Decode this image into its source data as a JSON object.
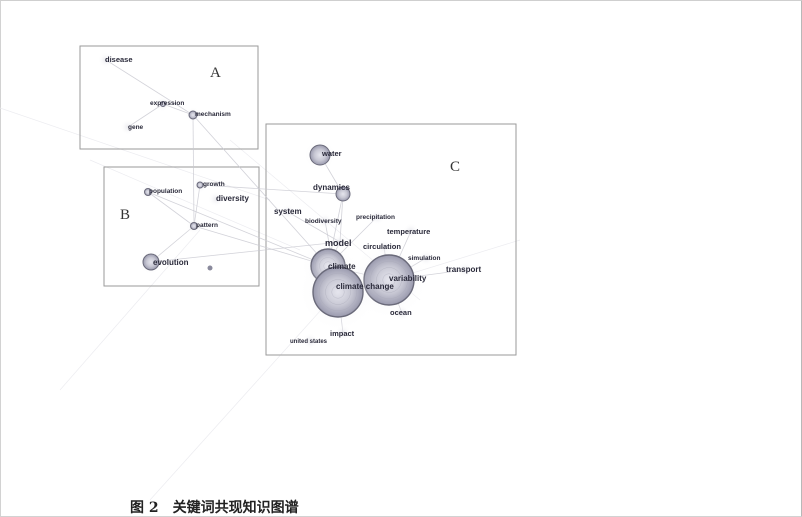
{
  "caption": {
    "number": "图 2",
    "title": "关键词共现知识图谱"
  },
  "clusters": [
    {
      "id": "A",
      "label": "A",
      "nodes": [
        "disease",
        "mechanism",
        "gene",
        "expression"
      ]
    },
    {
      "id": "B",
      "label": "B",
      "nodes": [
        "population",
        "growth",
        "diversity",
        "pattern",
        "evolution"
      ]
    },
    {
      "id": "C",
      "label": "C",
      "nodes": [
        "water",
        "dynamics",
        "system",
        "biodiversity",
        "precipitation",
        "temperature",
        "model",
        "circulation",
        "simulation",
        "transport",
        "climate",
        "variability",
        "climate change",
        "ocean",
        "impact",
        "united states"
      ]
    }
  ],
  "nodes": [
    {
      "id": "disease",
      "label": "disease"
    },
    {
      "id": "expression",
      "label": "expression"
    },
    {
      "id": "mechanism",
      "label": "mechanism"
    },
    {
      "id": "gene",
      "label": "gene"
    },
    {
      "id": "population",
      "label": "population"
    },
    {
      "id": "growth",
      "label": "growth"
    },
    {
      "id": "diversity",
      "label": "diversity"
    },
    {
      "id": "pattern",
      "label": "pattern"
    },
    {
      "id": "evolution",
      "label": "evolution"
    },
    {
      "id": "water",
      "label": "water"
    },
    {
      "id": "dynamics",
      "label": "dynamics"
    },
    {
      "id": "system",
      "label": "system"
    },
    {
      "id": "biodiversity",
      "label": "biodiversity"
    },
    {
      "id": "precipitation",
      "label": "precipitation"
    },
    {
      "id": "temperature",
      "label": "temperature"
    },
    {
      "id": "model",
      "label": "model"
    },
    {
      "id": "circulation",
      "label": "circulation"
    },
    {
      "id": "simulation",
      "label": "simulation"
    },
    {
      "id": "transport",
      "label": "transport"
    },
    {
      "id": "climate",
      "label": "climate"
    },
    {
      "id": "variability",
      "label": "variability"
    },
    {
      "id": "climate_change",
      "label": "climate change"
    },
    {
      "id": "ocean",
      "label": "ocean"
    },
    {
      "id": "impact",
      "label": "impact"
    },
    {
      "id": "united_states",
      "label": "united states"
    }
  ],
  "edges": [
    [
      "mechanism",
      "pattern"
    ],
    [
      "mechanism",
      "expression"
    ],
    [
      "expression",
      "gene"
    ],
    [
      "population",
      "pattern"
    ],
    [
      "pattern",
      "evolution"
    ],
    [
      "growth",
      "pattern"
    ],
    [
      "pattern",
      "climate"
    ],
    [
      "population",
      "climate"
    ],
    [
      "evolution",
      "model"
    ],
    [
      "dynamics",
      "climate"
    ],
    [
      "water",
      "dynamics"
    ],
    [
      "dynamics",
      "model"
    ],
    [
      "model",
      "climate"
    ],
    [
      "climate",
      "climate_change"
    ],
    [
      "climate",
      "variability"
    ],
    [
      "variability",
      "transport"
    ],
    [
      "variability",
      "ocean"
    ],
    [
      "circulation",
      "variability"
    ],
    [
      "temperature",
      "variability"
    ],
    [
      "precipitation",
      "climate"
    ],
    [
      "system",
      "model"
    ],
    [
      "biodiversity",
      "climate_change"
    ],
    [
      "impact",
      "climate_change"
    ],
    [
      "simulation",
      "variability"
    ],
    [
      "growth",
      "dynamics"
    ],
    [
      "disease",
      "mechanism"
    ],
    [
      "mechanism",
      "climate"
    ]
  ],
  "colors": {
    "edge": "#c8c8d0",
    "node_fill": "#b8b8c4",
    "node_stroke": "#6a6a7a",
    "box_stroke": "#9a9a9a"
  }
}
